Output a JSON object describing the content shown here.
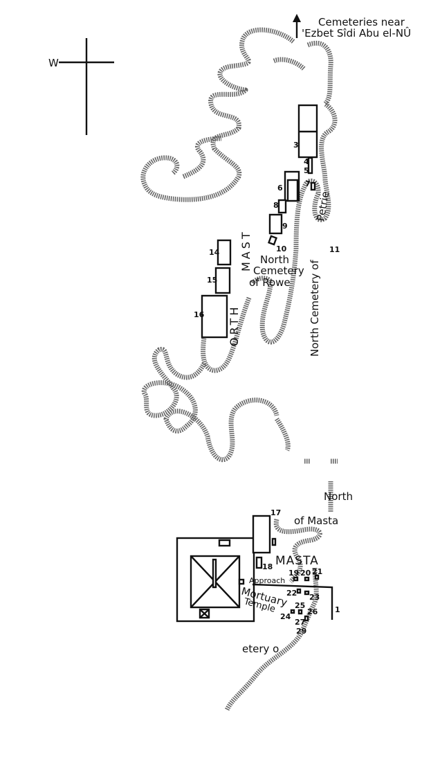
{
  "compass": {
    "west_label": "W"
  },
  "header": {
    "line1": "Cemeteries near",
    "line2": "'Ezbet Sîdi Abu el-NÛ"
  },
  "tombs": {
    "t3": "3",
    "t4": "4",
    "t5": "5",
    "t6": "6",
    "t7": "7",
    "t8": "8",
    "t9": "9",
    "t10": "10",
    "t11": "11",
    "t14": "14",
    "t15": "15",
    "t16": "16",
    "t17": "17",
    "t18": "18",
    "t19": "19",
    "t20": "20",
    "t21": "21",
    "t22": "22",
    "t23": "23",
    "t24": "24",
    "t25": "25",
    "t26": "26",
    "t27": "27",
    "t29": "29",
    "t1": "1"
  },
  "labels": {
    "north_mastaba_a": "ORTH",
    "north_mastaba_b": "MAST",
    "rowe_1": "North",
    "rowe_2": "Cemetery",
    "rowe_3": "of Rowe",
    "petrie_1": "North Cemetery of",
    "petrie_2": "Petrie",
    "masta_north_1": "North",
    "masta_north_2": "of Masta",
    "masta": "MASTA",
    "approach": "Approach",
    "mortuary_1": "Mortuary",
    "mortuary_2": "Temple",
    "cemetery_o": "etery o"
  }
}
